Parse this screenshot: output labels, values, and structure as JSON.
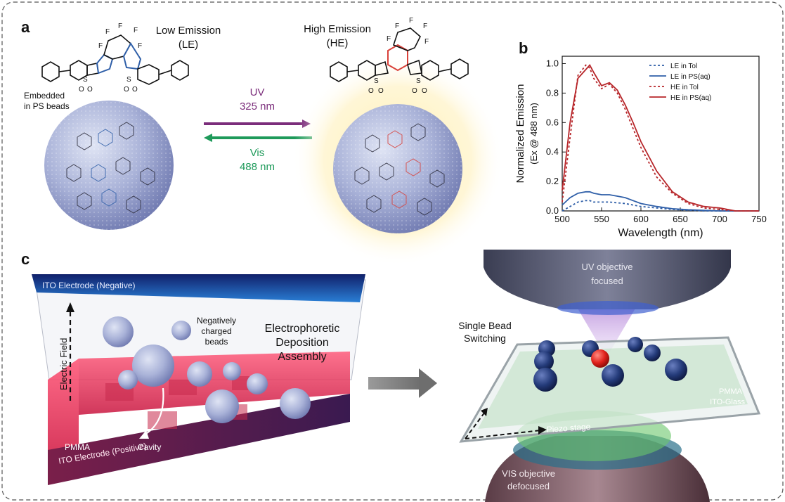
{
  "panel_a": {
    "label": "a",
    "le_title": "Low Emission",
    "le_abbr": "(LE)",
    "he_title": "High Emission",
    "he_abbr": "(HE)",
    "embedded_line1": "Embedded",
    "embedded_line2": "in PS beads",
    "uv_label": "UV",
    "uv_wavelength": "325 nm",
    "vis_label": "Vis",
    "vis_wavelength": "488 nm",
    "colors": {
      "uv": "#7b2d7b",
      "vis": "#1e9a5a",
      "le": "#2f5fa8",
      "he": "#d9413a"
    }
  },
  "panel_b": {
    "label": "b"
  },
  "panel_c": {
    "label": "c",
    "ito_negative": "ITO Electrode (Negative)",
    "ito_positive": "ITO Electrode (Positive)",
    "electric_field": "Electric Field",
    "beads_line1": "Negatively",
    "beads_line2": "charged",
    "beads_line3": "beads",
    "assembly_line1": "Electrophoretic",
    "assembly_line2": "Deposition",
    "assembly_line3": "Assembly",
    "cavity": "Cavity",
    "pmma_left": "PMMA",
    "uv_obj_line1": "UV objective",
    "uv_obj_line2": "focused",
    "single_line1": "Single Bead",
    "single_line2": "Switching",
    "pmma_right": "PMMA",
    "ito_glass": "ITO-Glass",
    "piezo": "Piezo stage",
    "vis_obj_line1": "VIS objective",
    "vis_obj_line2": "defocused"
  },
  "chart_data": {
    "type": "line",
    "xlabel": "Wavelength (nm)",
    "ylabel_line1": "Normalized Emission",
    "ylabel_line2": "(Ex @ 488 nm)",
    "xlim": [
      500,
      750
    ],
    "ylim": [
      0,
      1.05
    ],
    "x_ticks": [
      500,
      550,
      600,
      650,
      700,
      750
    ],
    "y_ticks": [
      "0.0",
      "0.2",
      "0.4",
      "0.6",
      "0.8",
      "1.0"
    ],
    "legend_position": "top-right",
    "x": [
      500,
      510,
      520,
      530,
      535,
      540,
      550,
      560,
      570,
      580,
      590,
      600,
      620,
      640,
      660,
      680,
      700,
      720,
      740,
      750
    ],
    "series": [
      {
        "name": "LE in Tol",
        "color": "#2f5fa8",
        "dash": true,
        "values": [
          0.0,
          0.03,
          0.06,
          0.07,
          0.07,
          0.06,
          0.06,
          0.06,
          0.055,
          0.05,
          0.04,
          0.03,
          0.02,
          0.01,
          0.005,
          0.0,
          0.0,
          0.0,
          0.0,
          0.0
        ]
      },
      {
        "name": "LE in PS(aq)",
        "color": "#2f5fa8",
        "dash": false,
        "values": [
          0.04,
          0.09,
          0.12,
          0.13,
          0.13,
          0.12,
          0.11,
          0.11,
          0.1,
          0.09,
          0.07,
          0.05,
          0.03,
          0.015,
          0.008,
          0.004,
          0.0,
          0.0,
          0.0,
          0.0
        ]
      },
      {
        "name": "HE in Tol",
        "color": "#b7262a",
        "dash": true,
        "values": [
          0.06,
          0.5,
          0.92,
          0.99,
          0.97,
          0.9,
          0.83,
          0.86,
          0.8,
          0.69,
          0.56,
          0.43,
          0.23,
          0.12,
          0.05,
          0.02,
          0.01,
          0.0,
          0.0,
          0.0
        ]
      },
      {
        "name": "HE in PS(aq)",
        "color": "#b7262a",
        "dash": false,
        "values": [
          0.14,
          0.6,
          0.9,
          0.96,
          0.99,
          0.94,
          0.85,
          0.87,
          0.82,
          0.72,
          0.6,
          0.47,
          0.27,
          0.13,
          0.06,
          0.03,
          0.02,
          0.0,
          0.0,
          0.0
        ]
      }
    ]
  }
}
